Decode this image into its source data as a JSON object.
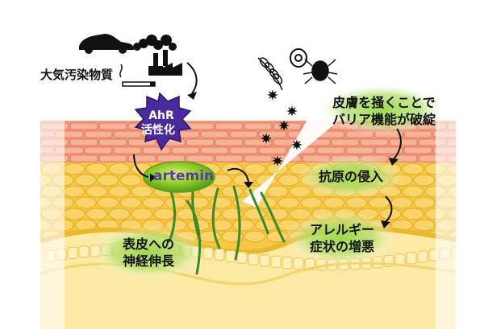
{
  "labels": {
    "pollutants": "大気汚染物質",
    "ahr_line1": "AhR",
    "ahr_line2": "活性化",
    "artemin": "artemin",
    "scratch_line1": "皮膚を掻くことで",
    "scratch_line2": "バリア機能が破綻",
    "antigen": "抗原の侵入",
    "allergy_line1": "アレルギー",
    "allergy_line2": "症状の増悪",
    "nerve_line1": "表皮への",
    "nerve_line2": "神経伸長"
  },
  "icons": [
    "car-icon",
    "factory-icon",
    "cigarette-icon",
    "wheat-icon",
    "pollen-icon",
    "dust-mite-icon",
    "antigen-particle-icon"
  ],
  "colors": {
    "stratum_corneum": "#e8826a",
    "keratinocyte": "#f5c13a",
    "basal_layer": "#f8de6a",
    "artemin_green": "#7dc021",
    "ahr_purple": "#4b2a9e",
    "nerve_green": "#3c8a2e",
    "highlight_glow": "#a4d94e"
  }
}
